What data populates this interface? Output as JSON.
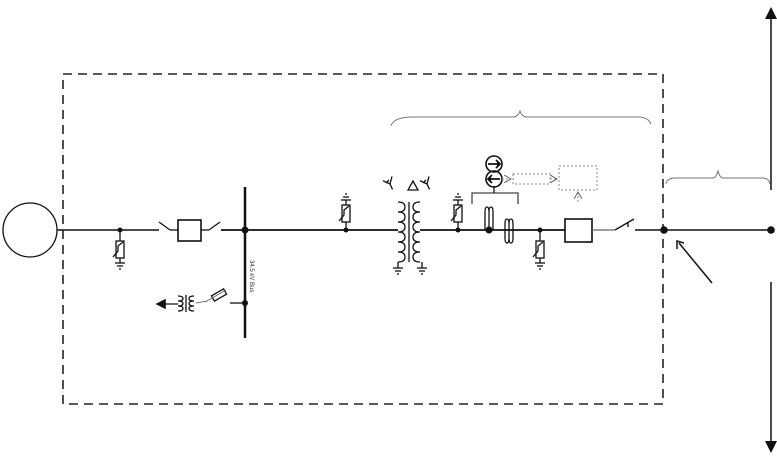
{
  "diagram": {
    "title": "",
    "bus_label": "34.5 kV Bus",
    "transformer_winding_symbols": {
      "primary": "grounded-wye",
      "tertiary": "delta",
      "secondary": "grounded-wye"
    },
    "components": [
      "generator-source",
      "surge-arrester",
      "circuit-breaker",
      "bus",
      "fuse",
      "auxiliary-transformer",
      "main-transformer",
      "current-transformer",
      "relay",
      "disconnect-switch",
      "point-of-interconnection",
      "transmission-line"
    ],
    "colors": {
      "line": "#111111",
      "boundary": "#222222",
      "control": "#888888"
    }
  }
}
